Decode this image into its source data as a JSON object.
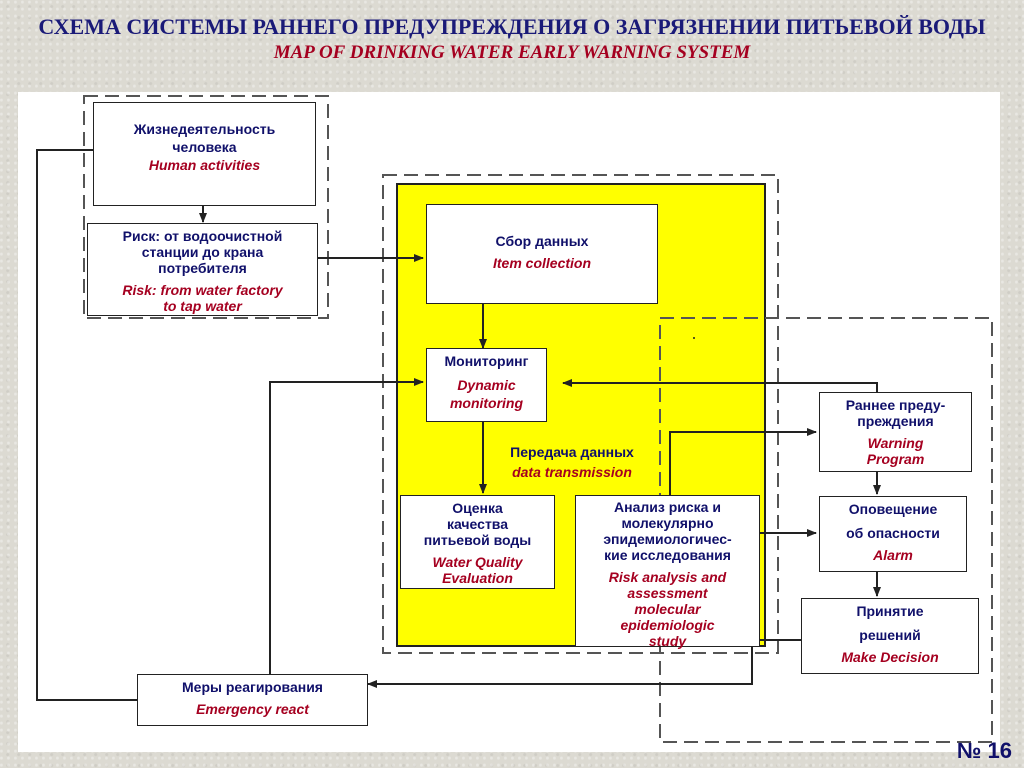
{
  "title": {
    "ru": "СХЕМА СИСТЕМЫ РАННЕГО ПРЕДУПРЕЖДЕНИЯ О ЗАГРЯЗНЕНИИ ПИТЬЕВОЙ ВОДЫ",
    "en": "MAP OF DRINKING WATER EARLY WARNING SYSTEM"
  },
  "nodes": {
    "human": {
      "ru1": "Жизнедеятельность",
      "ru2": "человека",
      "en": "Human  activities"
    },
    "risk": {
      "ru1": "Риск: от водоочистной",
      "ru2": "станции до крана",
      "ru3": "потребителя",
      "en1": "Risk: from water factory",
      "en2": "to tap water"
    },
    "collection": {
      "ru": "Сбор данных",
      "en": "Item collection"
    },
    "monitoring": {
      "ru": "Мониторинг",
      "en1": "Dynamic",
      "en2": "monitoring"
    },
    "transmission": {
      "ru": "Передача данных",
      "en": "data transmission"
    },
    "quality": {
      "ru1": "Оценка",
      "ru2": "качества",
      "ru3": "питьевой воды",
      "en1": "Water Quality",
      "en2": "Evaluation"
    },
    "analysis": {
      "ru1": "Анализ риска и",
      "ru2": "молекулярно",
      "ru3": "эпидемиологичес-",
      "ru4": "кие исследования",
      "en1": "Risk analysis and",
      "en2": "assessment",
      "en3": "molecular",
      "en4": "epidemiologic",
      "en5": "study"
    },
    "warning": {
      "ru1": "Раннее преду-",
      "ru2": "преждения",
      "en1": "Warning",
      "en2": "Program"
    },
    "alarm": {
      "ru1": "Оповещение",
      "ru2": "об опасности",
      "en": "Alarm"
    },
    "decision": {
      "ru1": "Принятие",
      "ru2": "решений",
      "en": "Make Decision"
    },
    "emergency": {
      "ru": "Меры реагирования",
      "en": "Emergency react"
    }
  },
  "page_number": "№ 16",
  "colors": {
    "accent_yellow": "#ffff00",
    "ru_text": "#10106a",
    "en_text": "#a50020"
  }
}
